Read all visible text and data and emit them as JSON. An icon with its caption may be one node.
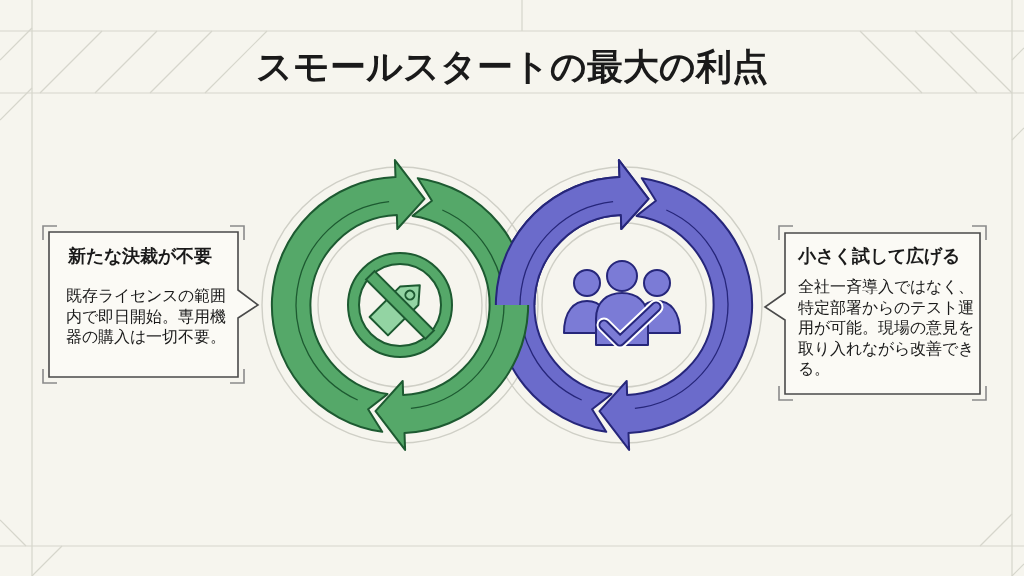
{
  "diagram": {
    "title": "スモールスタートの最大の利点",
    "nodes": [
      {
        "text": [
          "新たな決裁が不要",
          "既存ライセンスの範囲内で即日開始。専用機器の購入は一切不要。"
        ]
      },
      {
        "text": [
          "小さく試して広げる",
          "全社一斉導入ではなく、特定部署からのテスト運用が可能。現場の意見を取り入れながら改善できる。"
        ]
      }
    ]
  }
}
